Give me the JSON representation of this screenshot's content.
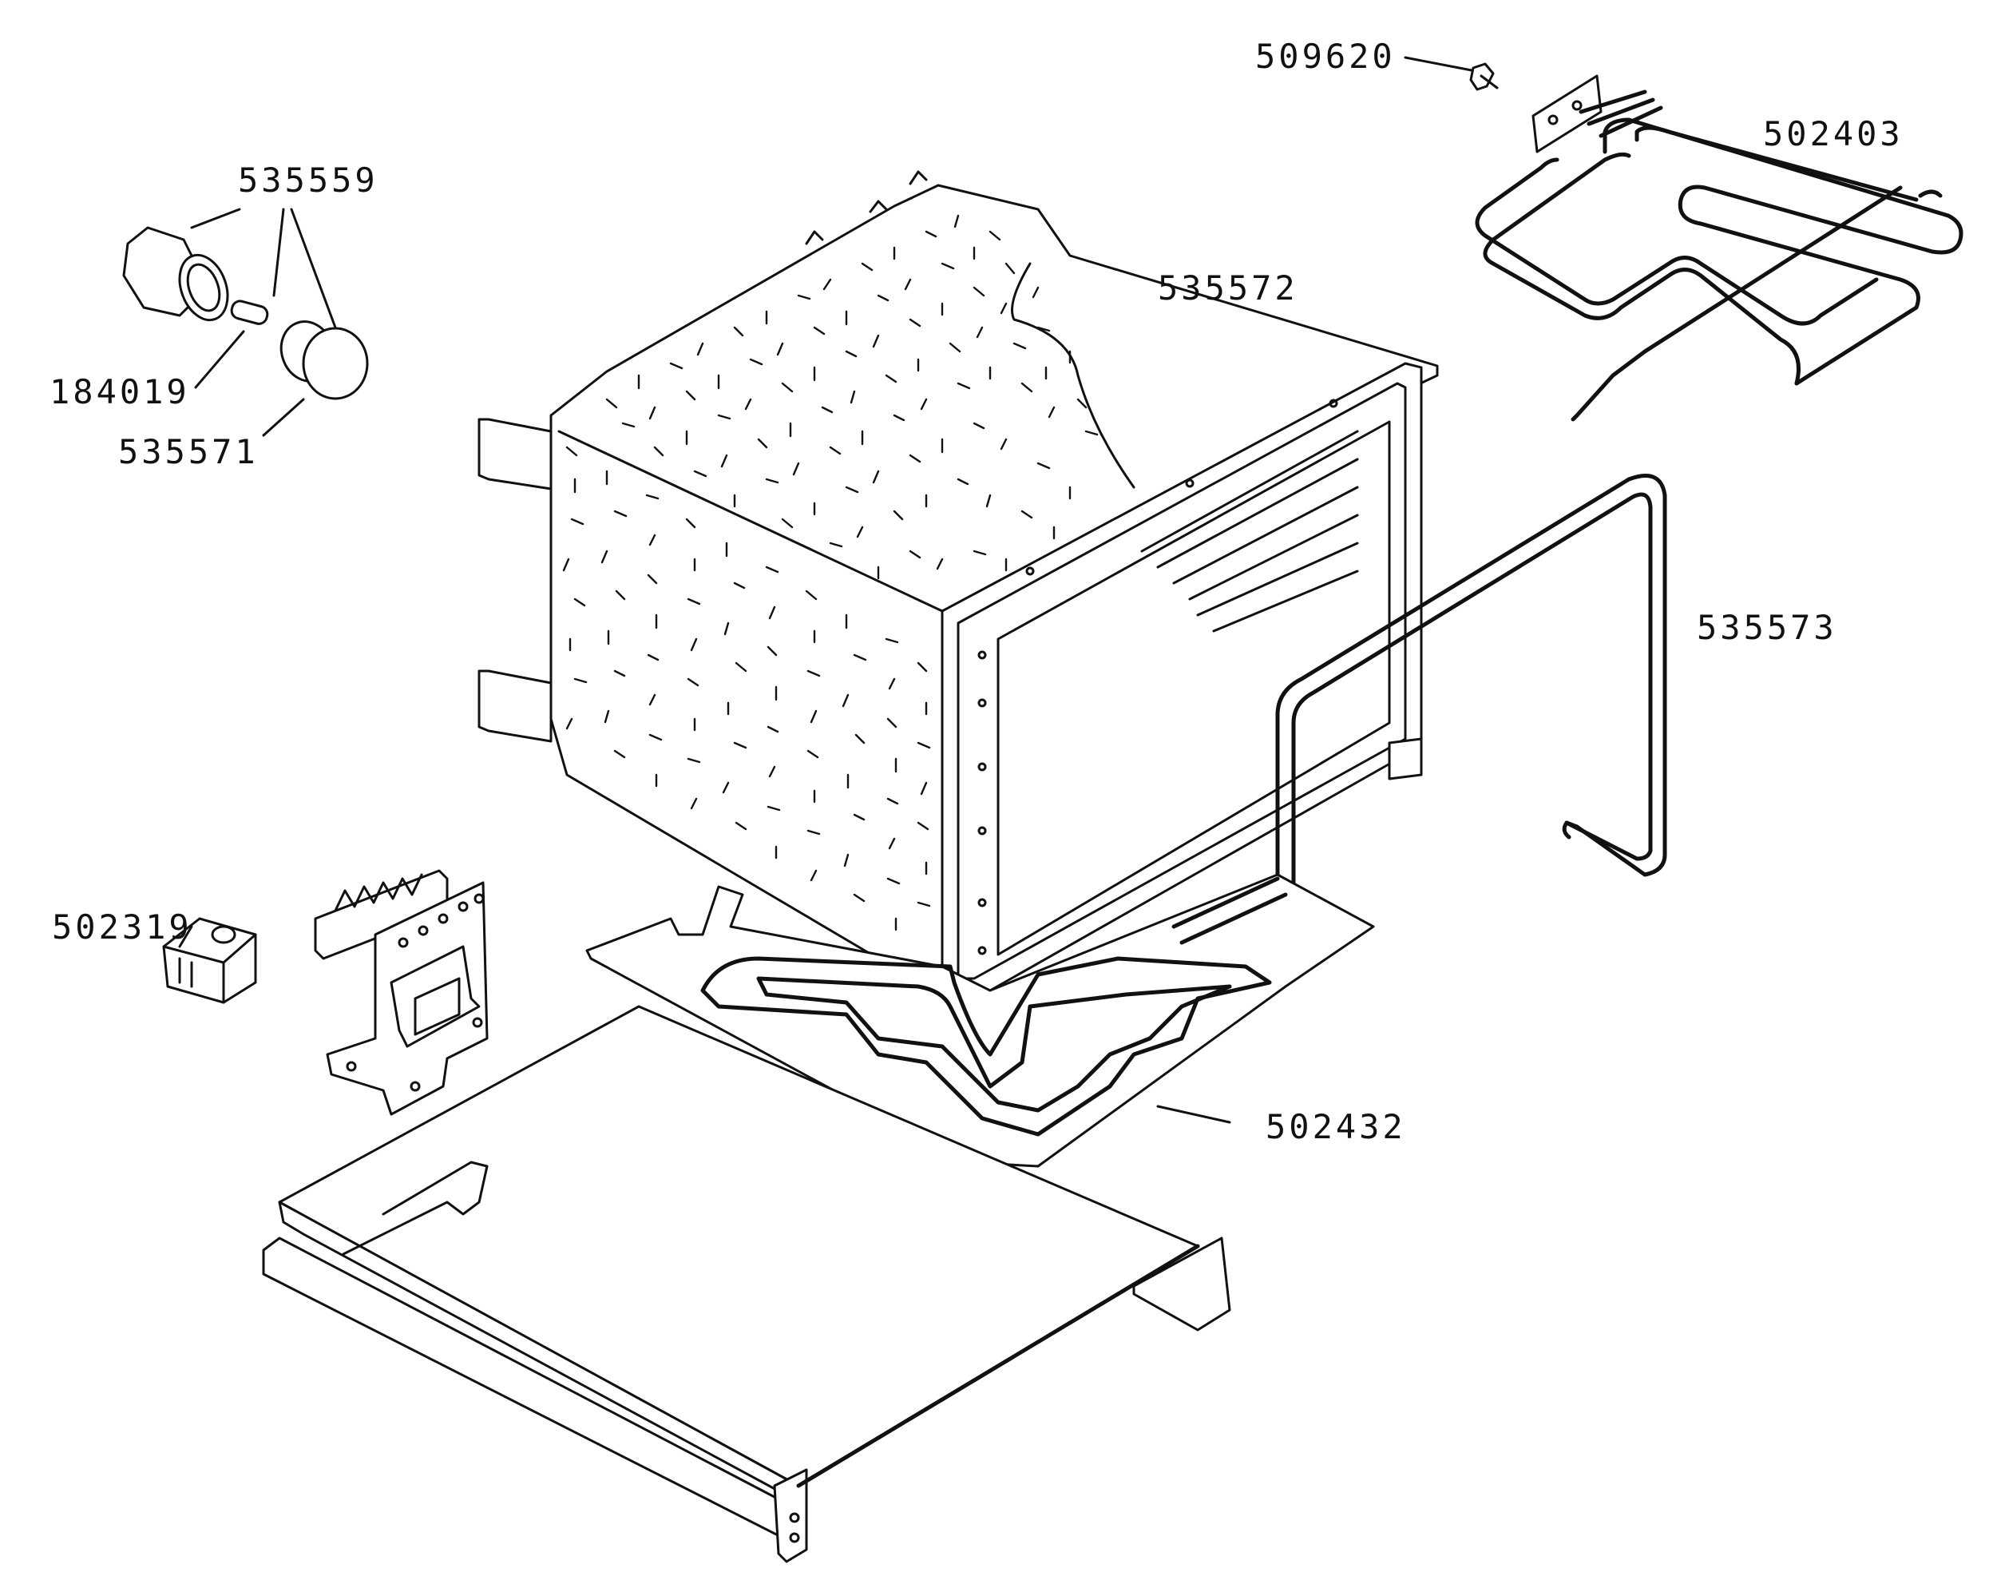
{
  "labels": {
    "p509620": "509620",
    "p502403": "502403",
    "p535559": "535559",
    "p535572": "535572",
    "p184019": "184019",
    "p535571": "535571",
    "p535573": "535573",
    "p502319": "502319",
    "p502432": "502432"
  }
}
